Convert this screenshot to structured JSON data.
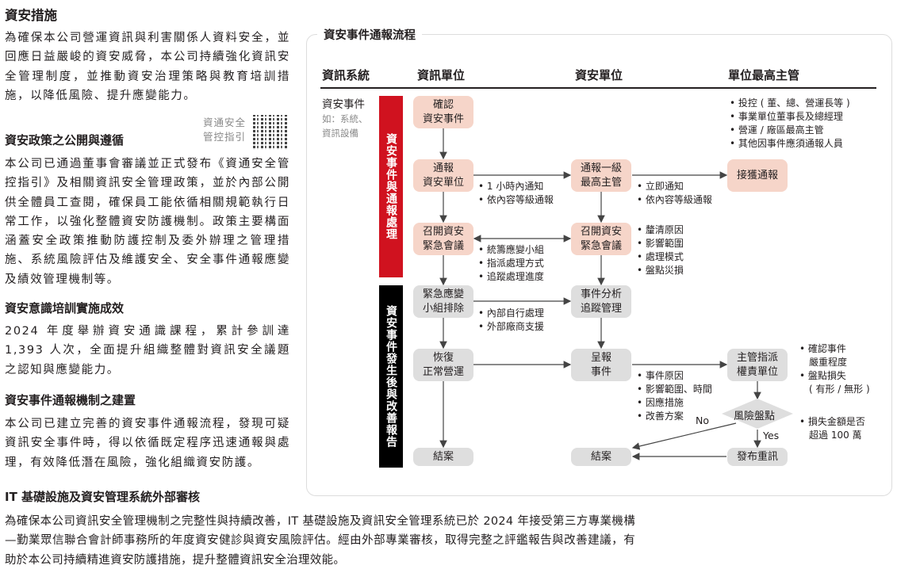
{
  "left": {
    "title": "資安措施",
    "intro": "為確保本公司營運資訊與利害關係人資料安全，並回應日益嚴峻的資安威脅，本公司持續強化資訊安全管理制度，並推動資安治理策略與教育培訓措施，以降低風險、提升應變能力。",
    "qr_label": [
      "資通安全",
      "管控指引"
    ],
    "sections": [
      {
        "heading": "資安政策之公開與遵循",
        "body": "本公司已通過董事會審議並正式發布《資通安全管控指引》及相關資訊安全管理政策，並於內部公開供全體員工查閱，確保員工能依循相關規範執行日常工作，以強化整體資安防護機制。政策主要構面涵蓋安全政策推動防護控制及委外辦理之管理措施、系統風險評估及維護安全、安全事件通報應變及績效管理機制等。"
      },
      {
        "heading": "資安意識培訓實施成效",
        "body": "2024 年度舉辦資安通識課程，累計參訓達 1,393 人次，全面提升組織整體對資訊安全議題之認知與應變能力。"
      },
      {
        "heading": "資安事件通報機制之建置",
        "body": "本公司已建立完善的資安事件通報流程，發現可疑資訊安全事件時，得以依循既定程序迅速通報與處理，有效降低潛在風險，強化組織資安防護。"
      },
      {
        "heading": "IT 基礎設施及資安管理系統外部審核",
        "body": "為確保本公司資訊安全管理機制之完整性與持續改善，IT 基礎設施及資訊安全管理系統已於 2024 年接受第三方專業機構—勤業眾信聯合會計師事務所的年度資安健診與資安風險評估。經由外部專業審核，取得完整之評鑑報告與改善建議，有助於本公司持續精進資安防護措施，提升整體資訊安全治理效能。"
      }
    ]
  },
  "flow": {
    "title": "資安事件通報流程",
    "columns": [
      "資訊系統",
      "資訊單位",
      "資安單位",
      "單位最高主管"
    ],
    "source": {
      "label": "資安事件",
      "sub": [
        "如：系統、",
        "資訊設備"
      ]
    },
    "phase1": "資安事件與通報處理",
    "phase2": "資安事件發生後與改善報告",
    "boxes": {
      "confirm": [
        "確認",
        "資安事件"
      ],
      "notify": [
        "通報",
        "資安單位"
      ],
      "notify_top": [
        "通報一級",
        "最高主管"
      ],
      "receive": [
        "接獲通報"
      ],
      "meet1": [
        "召開資安",
        "緊急會議"
      ],
      "meet2": [
        "召開資安",
        "緊急會議"
      ],
      "team": [
        "緊急應變",
        "小組排除"
      ],
      "analysis": [
        "事件分析",
        "追蹤管理"
      ],
      "restore": [
        "恢復",
        "正常營運"
      ],
      "report": [
        "呈報",
        "事件"
      ],
      "assign": [
        "主管指派",
        "權責單位"
      ],
      "risk": [
        "風險盤點"
      ],
      "close1": [
        "結案"
      ],
      "close2": [
        "結案"
      ],
      "announce": [
        "發布重訊"
      ]
    },
    "bullets": {
      "top_right": [
        "投控 ( 董、總、營運長等 )",
        "事業單位董事長及總經理",
        "營運 / 廠區最高主管",
        "其他因事件應須通報人員"
      ],
      "notify": [
        "1 小時內通知",
        "依內容等級通報"
      ],
      "notify_top": [
        "立即通知",
        "依內容等級通報"
      ],
      "meet": [
        "統籌應變小組",
        "指派處理方式",
        "追蹤處理進度"
      ],
      "meet2": [
        "釐清原因",
        "影響範圍",
        "處理模式",
        "盤點災損"
      ],
      "team": [
        "內部自行處理",
        "外部廠商支援"
      ],
      "report": [
        "事件原因",
        "影響範圍、時間",
        "因應措施",
        "改善方案"
      ],
      "assign": [
        "確認事件",
        "嚴重程度",
        "盤點損失",
        "( 有形 / 無形 )"
      ],
      "risk": [
        "損失金額是否",
        "超過 100 萬"
      ]
    },
    "no": "No",
    "yes": "Yes",
    "colors": {
      "phase1": "#d0121f",
      "phase2": "#000000",
      "peach": "#f6d5c9",
      "grey": "#dedede"
    }
  }
}
